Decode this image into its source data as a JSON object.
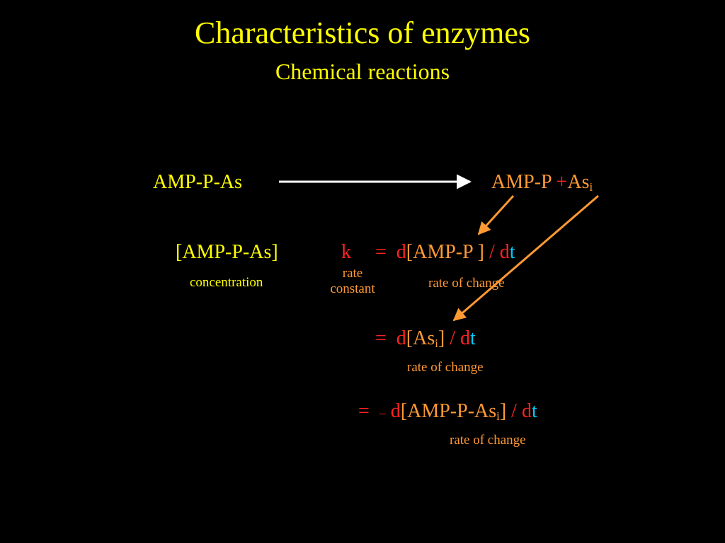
{
  "slide": {
    "title": "Characteristics of enzymes",
    "subtitle": "Chemical reactions"
  },
  "reaction": {
    "reactant": "AMP-P-As",
    "product1": "AMP-P ",
    "plus": "+",
    "product2": "As",
    "product2_sub": "i"
  },
  "equation1": {
    "concentration_term": "[AMP-P-As]",
    "concentration_label": "concentration",
    "k": "k",
    "equals": "=",
    "d1": "d",
    "term": "[AMP-P ]",
    "slash": " / ",
    "d2": "d",
    "t": "t",
    "rate_label_line1": "rate",
    "rate_label_line2": "constant",
    "change_label": "rate of change"
  },
  "equation2": {
    "equals": "=",
    "d1": "d",
    "term_open": "[As",
    "term_sub": "i",
    "term_close": "]",
    "slash": " / ",
    "d2": "d",
    "t": "t",
    "change_label": "rate of change"
  },
  "equation3": {
    "equals": "=",
    "minus": "–",
    "d1": "d",
    "term_open": "[AMP-P-As",
    "term_sub": "i",
    "term_close": "]",
    "slash": " / ",
    "d2": "d",
    "t": "t",
    "change_label": "rate of change"
  },
  "colors": {
    "background": "#000000",
    "title": "#ffff00",
    "species": "#ff9933",
    "operator": "#ff2222",
    "time": "#00ccff",
    "reaction_arrow": "#ffffff",
    "pointer_arrow": "#ff9933"
  }
}
